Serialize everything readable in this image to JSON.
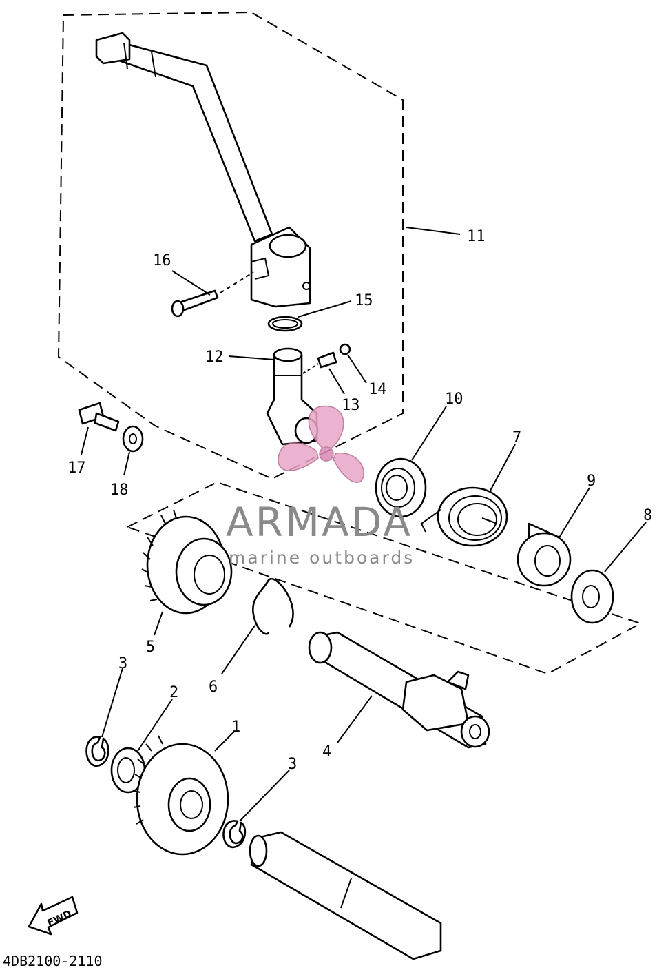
{
  "diagram": {
    "callouts": {
      "p1": "1",
      "p2": "2",
      "p3a": "3",
      "p3b": "3",
      "p4": "4",
      "p5": "5",
      "p6": "6",
      "p7": "7",
      "p8": "8",
      "p9": "9",
      "p10": "10",
      "p11": "11",
      "p12": "12",
      "p13": "13",
      "p14": "14",
      "p15": "15",
      "p16": "16",
      "p17": "17",
      "p18": "18"
    },
    "fwd_label": "FWD",
    "drawing_code": "4DB2100-2110"
  },
  "watermark": {
    "brand": "ARMADA",
    "tagline": "marine outboards",
    "logo_color": "#e8a6c8",
    "text_color": "#8a8a8a"
  }
}
